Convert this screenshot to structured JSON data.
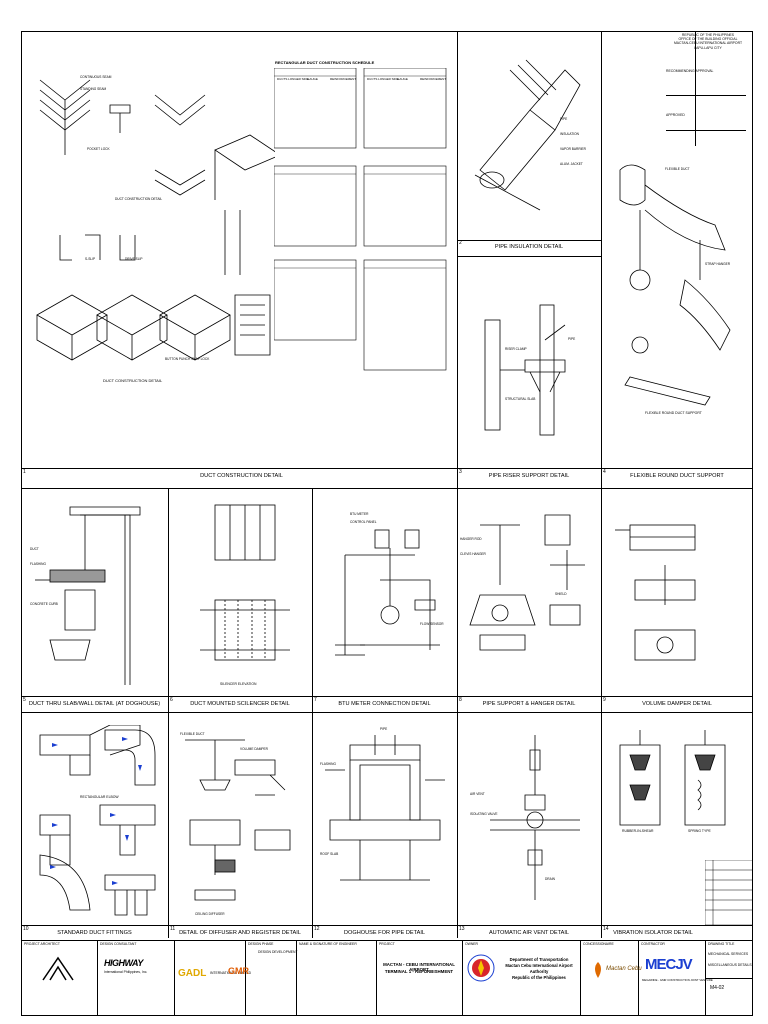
{
  "details": [
    {
      "num": "1",
      "title": "DUCT CONSTRUCTION DETAIL"
    },
    {
      "num": "2",
      "title": "PIPE INSULATION DETAIL"
    },
    {
      "num": "3",
      "title": "PIPE RISER SUPPORT DETAIL"
    },
    {
      "num": "4",
      "title": "FLEXIBLE ROUND DUCT SUPPORT"
    },
    {
      "num": "5",
      "title": "DUCT THRU SLAB/WALL DETAIL (AT DOGHOUSE)"
    },
    {
      "num": "6",
      "title": "DUCT MOUNTED SCILENCER DETAIL"
    },
    {
      "num": "7",
      "title": "BTU METER CONNECTION DETAIL"
    },
    {
      "num": "8",
      "title": "PIPE SUPPORT & HANGER DETAIL"
    },
    {
      "num": "9",
      "title": "VOLUME DAMPER DETAIL"
    },
    {
      "num": "10",
      "title": "STANDARD DUCT FITTINGS"
    },
    {
      "num": "11",
      "title": "DETAIL OF DIFFUSER AND REGISTER DETAIL"
    },
    {
      "num": "12",
      "title": "DOGHOUSE FOR PIPE DETAIL"
    },
    {
      "num": "13",
      "title": "AUTOMATIC AIR VENT DETAIL"
    },
    {
      "num": "14",
      "title": "VIBRATION ISOLATOR DETAIL"
    }
  ],
  "duct_schedule_title": "RECTANGULAR DUCT CONSTRUCTION SCHEDULE",
  "duct_table_header": [
    "DUCTS LONGER SIDE",
    "GAUGE",
    "REINFORCEMENT"
  ],
  "sub_captions": {
    "duct_const": "DUCT CONSTRUCTION DETAIL",
    "flex_bottom": "FLEXIBLE ROUND DUCT SUPPORT",
    "fitting_1": "RECTANGULAR ELBOW",
    "silencer_l": "SILENCER ELEVATION",
    "vib_l": "RUBBER-IN-SHEAR",
    "vib_r": "SPRING TYPE"
  },
  "authority_block": {
    "line1": "REPUBLIC OF THE PHILIPPINES",
    "line2": "OFFICE OF THE BUILDING OFFICIAL",
    "line3": "MACTAN-CEBU INTERNATIONAL AIRPORT",
    "line4": "LAPU-LAPU CITY",
    "rec": "RECOMMENDING APPROVAL",
    "approved": "APPROVED"
  },
  "title_block": {
    "project_architect": "PROJECT ARCHITECT",
    "design_consultant": "DESIGN CONSULTANT",
    "design_phase": "DESIGN PHASE",
    "design_phase_value": "DESIGN DEVELOPMENT",
    "issue_label": "NAME & SIGNATURE OF ENGINEER",
    "project_label": "PROJECT",
    "project_line1": "MACTAN - CEBU INTERNATIONAL AIRPORT",
    "project_line2": "TERMINAL 1 - REFURBISHMENT",
    "owner_label": "OWNER",
    "owner_line1": "Department of Transportation",
    "owner_line2": "Mactan Cebu International Airport Authority",
    "owner_line3": "Republic of the Philippines",
    "client_label": "CONCESSIONAIRE",
    "contractor_label": "CONTRACTOR",
    "drawing_title_label": "DRAWING TITLE",
    "drawing_title_l1": "MECHANICAL SERVICES",
    "drawing_title_l2": "MISCELLANEOUS DETAILS",
    "sheet": "M4-02",
    "consultant_logo": "HIGHWAY",
    "consultant_name": "International Philippines, Inc.",
    "gadl": "GADL",
    "gadl_sub": "INTERNATIONAL LIMITED",
    "gmr": "GMR",
    "mcjv": "MECJV",
    "mcjv_sub": "MEGAWIDE - GMR CONSTRUCTION JOINT VENTURE",
    "cebu": "Mactan Cebu"
  }
}
